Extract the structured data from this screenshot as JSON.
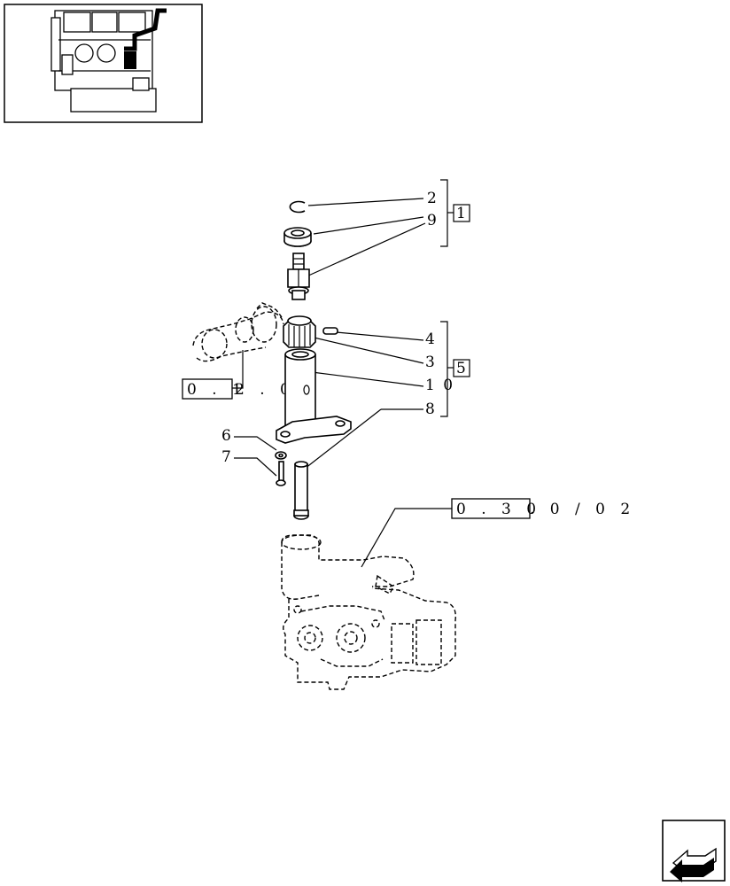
{
  "callouts": [
    "2",
    "9",
    "4",
    "3",
    "1 0",
    "8",
    "6",
    "7"
  ],
  "groups": [
    "1",
    "5"
  ],
  "references": {
    "camshaft_ref_box": "0 . 1",
    "camshaft_ref_tail": "2 . 0",
    "oil_pump_ref_box": "0 . 3 0",
    "oil_pump_ref_tail": ". 0 / 0 2"
  },
  "icons": {
    "thumbnail": "engine-location-thumbnail-icon",
    "navigation": "previous-page-arrow-icon"
  }
}
